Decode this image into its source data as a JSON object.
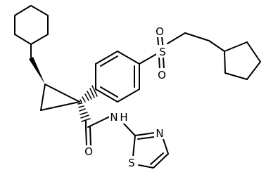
{
  "molecule": {
    "atoms": {
      "oxygen_upper": "O",
      "oxygen_lower": "O",
      "sulfur": "S",
      "oxygen_carbonyl": "O",
      "amide_nitrogen": "N",
      "amide_hydrogen": "H",
      "thiazole_nitrogen": "N",
      "thiazole_sulfur": "S"
    },
    "colors": {
      "bond": "#000000",
      "label": "#000000",
      "background": "#ffffff"
    }
  }
}
